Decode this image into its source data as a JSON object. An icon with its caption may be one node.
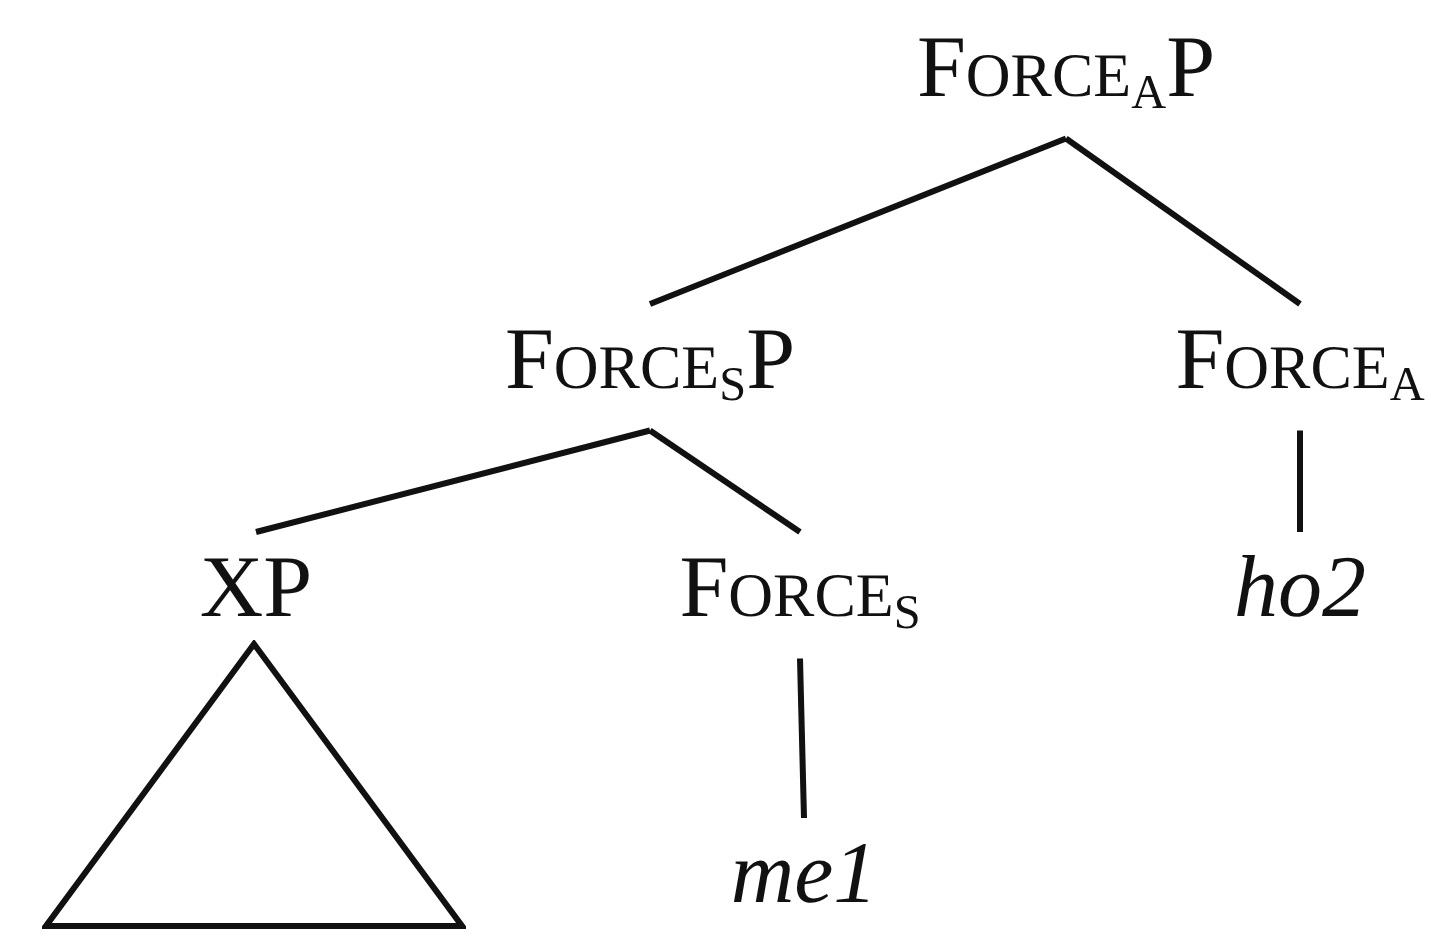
{
  "diagram": {
    "nodes": [
      {
        "text": [
          "Force$_{A}$P"
        ]
      },
      {
        "text": [
          "Force$_{S}$P"
        ]
      },
      {
        "text": [
          "Force$_{A}$"
        ]
      },
      {
        "text": [
          "XP"
        ]
      },
      {
        "text": [
          "Force$_{S}$"
        ]
      },
      {
        "text": [
          "ho2"
        ]
      },
      {
        "text": [],
        "shape": "triangle"
      },
      {
        "text": [
          "me1"
        ]
      }
    ],
    "edges": [
      {
        "from": 0,
        "to": 1,
        "arrow": "none"
      },
      {
        "from": 0,
        "to": 2,
        "arrow": "none"
      },
      {
        "from": 1,
        "to": 3,
        "arrow": "none"
      },
      {
        "from": 1,
        "to": 4,
        "arrow": "none"
      },
      {
        "from": 2,
        "to": 5,
        "arrow": "none"
      },
      {
        "from": 4,
        "to": 7,
        "arrow": "none"
      }
    ]
  }
}
